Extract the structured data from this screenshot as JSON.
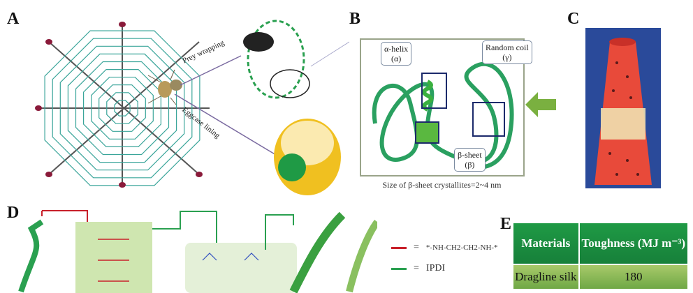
{
  "panels": {
    "a": "A",
    "b": "B",
    "c": "C",
    "d": "D",
    "e": "E"
  },
  "panel_a": {
    "prey_wrapping": "Prey wrapping",
    "eggcase_lining": "Eggcase lining"
  },
  "panel_b": {
    "alpha_helix": "α-helix",
    "alpha_sym": "(α)",
    "random_coil": "Random coil",
    "gamma_sym": "(γ)",
    "beta_sheet": "β-sheet",
    "beta_sym": "(β)",
    "caption": "Size of β-sheet crystallites=2~4 nm"
  },
  "panel_d": {
    "legend": [
      {
        "color": "#c8202a",
        "eq": "=",
        "label": "*-NH-CH2-CH2-NH-*"
      },
      {
        "color": "#2aa050",
        "eq": "=",
        "label": "IPDI"
      }
    ]
  },
  "panel_e": {
    "headers": [
      "Materials",
      "Toughness (MJ m⁻³)"
    ],
    "rows": [
      [
        "Dragline silk",
        "180"
      ]
    ]
  },
  "colors": {
    "green": "#1f9a45",
    "web": "#3aa59a",
    "navy": "#1c2a6b"
  }
}
